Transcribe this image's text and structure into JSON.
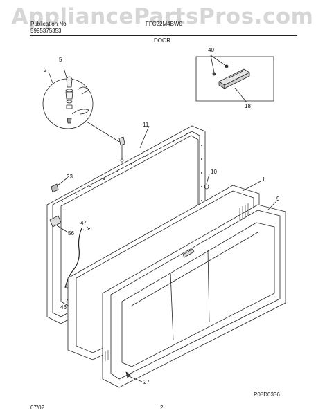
{
  "watermark": "AppliancePartsPros.com",
  "header": {
    "line1_left": "Publication No",
    "line2_left": "5995375353",
    "model": "FFC22M4BW0",
    "section": "DOOR"
  },
  "callouts": {
    "c40": "40",
    "c18": "18",
    "c5": "5",
    "c2": "2",
    "c11": "11",
    "c10": "10",
    "c1": "1",
    "c9": "9",
    "c23": "23",
    "c47": "47",
    "c56": "56",
    "c46": "46",
    "c27": "27"
  },
  "footer": {
    "date": "07/02",
    "page": "2",
    "drawing_id": "P08D0336"
  }
}
